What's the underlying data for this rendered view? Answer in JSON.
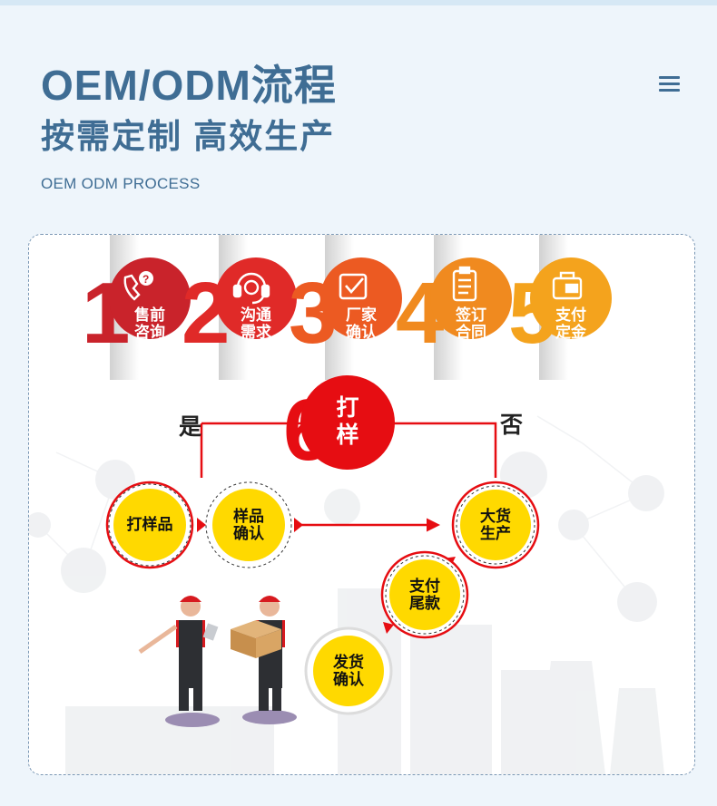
{
  "header": {
    "title_line1": "OEM/ODM流程",
    "title_line2": "按需定制 高效生产",
    "subtitle": "OEM ODM PROCESS",
    "menu_icon": "hamburger-menu-icon"
  },
  "process": {
    "steps": [
      {
        "number": "1",
        "label1": "售前",
        "label2": "咨询",
        "color": "#c9232b",
        "icon": "phone-question-icon"
      },
      {
        "number": "2",
        "label1": "沟通",
        "label2": "需求",
        "color": "#e02a28",
        "icon": "headset-icon"
      },
      {
        "number": "3",
        "label1": "厂家",
        "label2": "确认",
        "color": "#ec5a22",
        "icon": "checkbox-icon"
      },
      {
        "number": "4",
        "label1": "签订",
        "label2": "合同",
        "color": "#f08a1f",
        "icon": "clipboard-icon"
      },
      {
        "number": "5",
        "label1": "支付",
        "label2": "定金",
        "color": "#f4a31d",
        "icon": "wallet-icon"
      }
    ],
    "step6": {
      "number": "6",
      "label1": "打",
      "label2": "样",
      "color": "#e60d12"
    },
    "branch_yes": "是",
    "branch_no": "否",
    "nodes": {
      "sample_goods": "打样品",
      "sample_confirm_1": "样品",
      "sample_confirm_2": "确认",
      "mass_production_1": "大货",
      "mass_production_2": "生产",
      "pay_balance_1": "支付",
      "pay_balance_2": "尾款",
      "ship_confirm_1": "发货",
      "ship_confirm_2": "确认"
    },
    "node_fill": "#ffd900",
    "accent": "#e60d12"
  }
}
